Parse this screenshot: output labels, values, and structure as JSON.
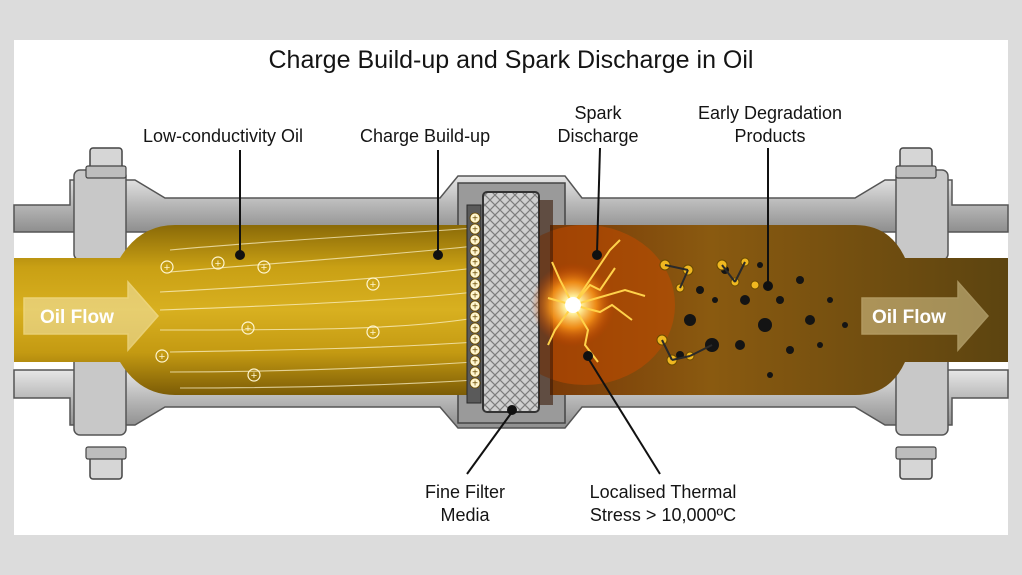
{
  "title": "Charge Build-up and Spark Discharge in Oil",
  "labels": {
    "low_conductivity_oil": "Low-conductivity Oil",
    "charge_build_up": "Charge Build-up",
    "spark_discharge_line1": "Spark",
    "spark_discharge_line2": "Discharge",
    "degradation_line1": "Early Degradation",
    "degradation_line2": "Products",
    "filter_line1": "Fine Filter",
    "filter_line2": "Media",
    "thermal_line1": "Localised Thermal",
    "thermal_line2": "Stress > 10,000ºC",
    "oil_flow_in": "Oil Flow",
    "oil_flow_out": "Oil Flow"
  },
  "charge_symbol": "+",
  "colors": {
    "background": "#dcdcdc",
    "panel": "#ffffff",
    "oil": "#c9a014",
    "oil_dark": "#6e4a0c",
    "steel": "#b9b9b9",
    "spark": "#ff8a1a",
    "flow_arrow": "#f4e7b0"
  }
}
